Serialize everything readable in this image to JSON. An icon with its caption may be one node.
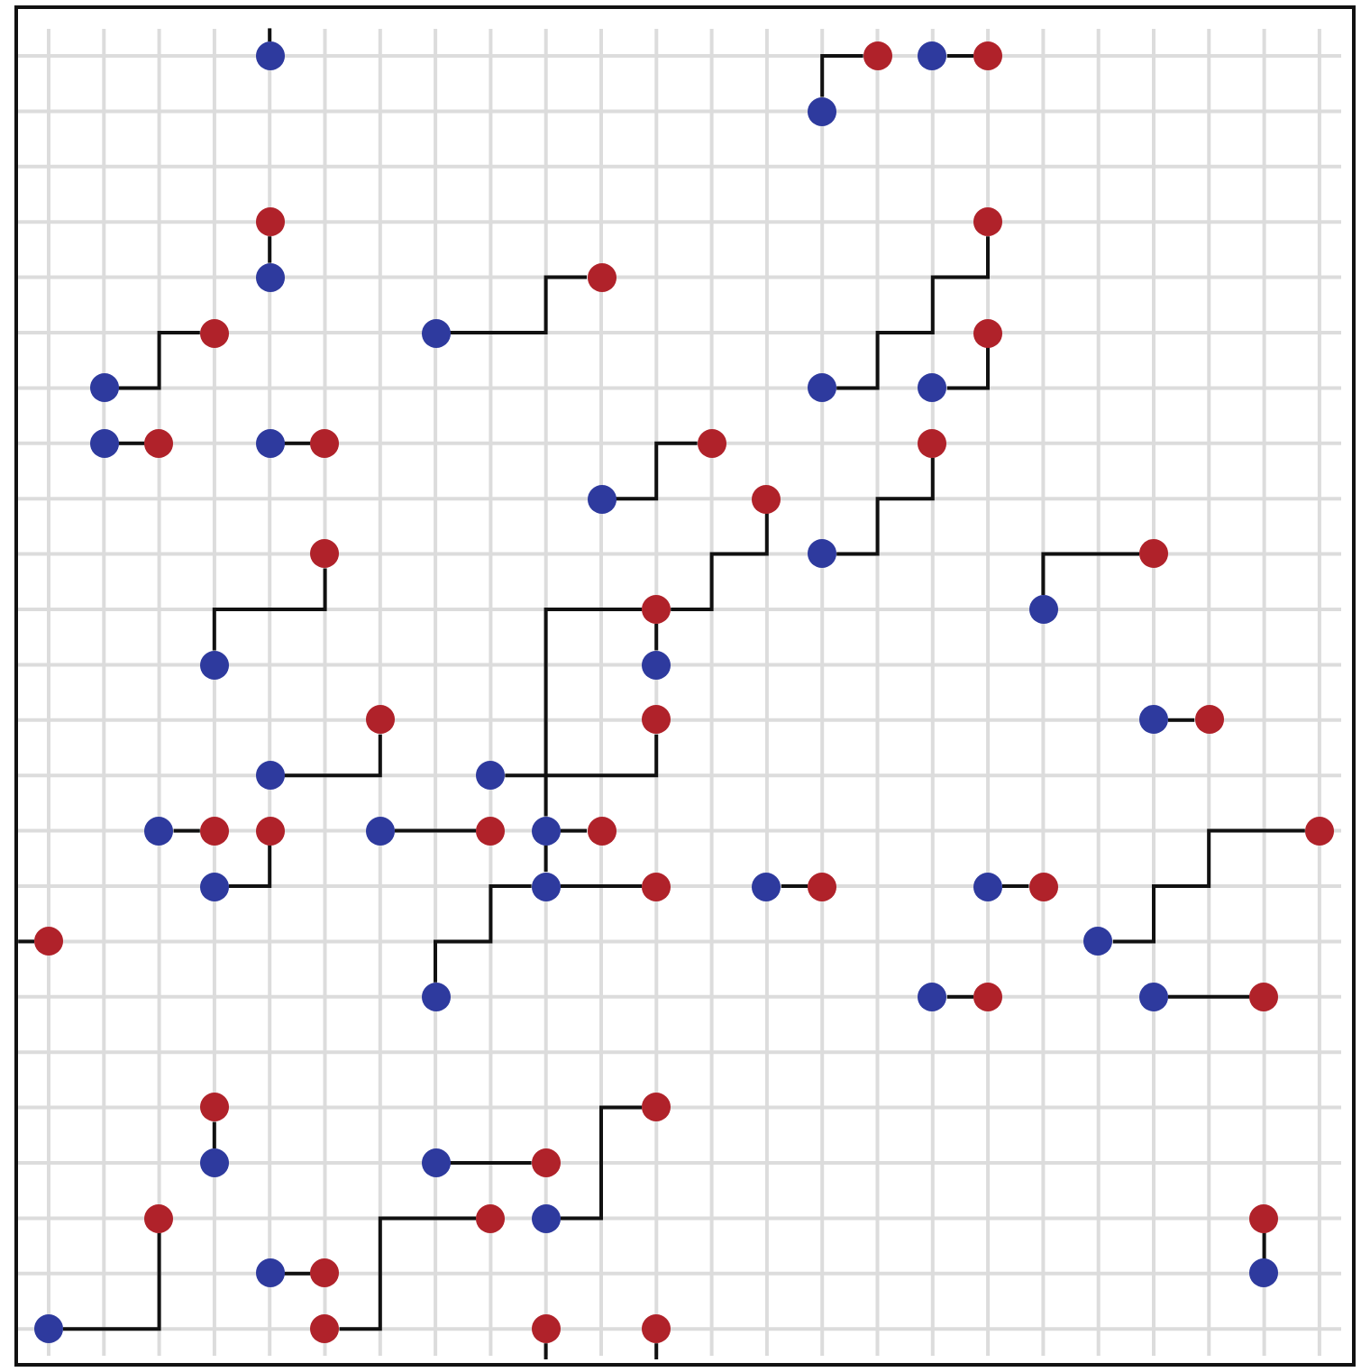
{
  "diagram": {
    "nodes": [
      {
        "text": [],
        "shape": "circle"
      },
      {
        "text": [],
        "shape": "circle"
      },
      {
        "text": [],
        "shape": "circle"
      },
      {
        "text": [],
        "shape": "circle"
      },
      {
        "text": [],
        "shape": "circle"
      },
      {
        "text": [],
        "shape": "circle"
      },
      {
        "text": [],
        "shape": "circle"
      },
      {
        "text": [],
        "shape": "circle"
      },
      {
        "text": [],
        "shape": "circle"
      },
      {
        "text": [],
        "shape": "circle"
      },
      {
        "text": [],
        "shape": "circle"
      },
      {
        "text": [],
        "shape": "circle"
      },
      {
        "text": [],
        "shape": "circle"
      },
      {
        "text": [],
        "shape": "circle"
      },
      {
        "text": [],
        "shape": "circle"
      },
      {
        "text": [],
        "shape": "circle"
      },
      {
        "text": [],
        "shape": "circle"
      },
      {
        "text": [],
        "shape": "circle"
      },
      {
        "text": [],
        "shape": "circle"
      },
      {
        "text": [],
        "shape": "circle"
      },
      {
        "text": [],
        "shape": "circle"
      },
      {
        "text": [],
        "shape": "circle"
      },
      {
        "text": [],
        "shape": "circle"
      },
      {
        "text": [],
        "shape": "circle"
      },
      {
        "text": [],
        "shape": "circle"
      },
      {
        "text": [],
        "shape": "circle"
      },
      {
        "text": [],
        "shape": "circle"
      },
      {
        "text": [],
        "shape": "circle"
      },
      {
        "text": [],
        "shape": "circle"
      },
      {
        "text": [],
        "shape": "circle"
      },
      {
        "text": [],
        "shape": "circle"
      },
      {
        "text": [],
        "shape": "circle"
      },
      {
        "text": [],
        "shape": "circle"
      },
      {
        "text": [],
        "shape": "circle"
      },
      {
        "text": [],
        "shape": "circle"
      },
      {
        "text": [],
        "shape": "circle"
      },
      {
        "text": [],
        "shape": "circle"
      },
      {
        "text": [],
        "shape": "circle"
      },
      {
        "text": [],
        "shape": "circle"
      },
      {
        "text": [],
        "shape": "circle"
      },
      {
        "text": [],
        "shape": "circle"
      },
      {
        "text": [],
        "shape": "circle"
      },
      {
        "text": [],
        "shape": "circle"
      },
      {
        "text": [],
        "shape": "circle"
      },
      {
        "text": [],
        "shape": "circle"
      },
      {
        "text": [],
        "shape": "circle"
      },
      {
        "text": [],
        "shape": "circle"
      },
      {
        "text": [],
        "shape": "circle"
      },
      {
        "text": [],
        "shape": "circle"
      },
      {
        "text": [],
        "shape": "circle"
      },
      {
        "text": [],
        "shape": "circle"
      },
      {
        "text": [],
        "shape": "circle"
      },
      {
        "text": [],
        "shape": "circle"
      },
      {
        "text": [],
        "shape": "circle"
      },
      {
        "text": [],
        "shape": "circle"
      },
      {
        "text": [],
        "shape": "circle"
      },
      {
        "text": [],
        "shape": "circle"
      },
      {
        "text": [],
        "shape": "circle"
      },
      {
        "text": [],
        "shape": "circle"
      },
      {
        "text": [],
        "shape": "circle"
      },
      {
        "text": [],
        "shape": "circle"
      },
      {
        "text": [],
        "shape": "circle"
      },
      {
        "text": [],
        "shape": "circle"
      },
      {
        "text": [],
        "shape": "circle"
      },
      {
        "text": [],
        "shape": "circle"
      },
      {
        "text": [],
        "shape": "circle"
      },
      {
        "text": [],
        "shape": "circle"
      },
      {
        "text": [],
        "shape": "circle"
      },
      {
        "text": [],
        "shape": "circle"
      },
      {
        "text": [],
        "shape": "circle"
      },
      {
        "text": [],
        "shape": "circle"
      },
      {
        "text": [],
        "shape": "circle"
      },
      {
        "text": [],
        "shape": "circle"
      },
      {
        "text": [],
        "shape": "circle"
      }
    ],
    "edges": [
      {
        "from": 0,
        "to": null,
        "arrow": "none"
      },
      {
        "from": 4,
        "to": 1,
        "arrow": "none"
      },
      {
        "from": 2,
        "to": 3,
        "arrow": "none"
      },
      {
        "from": 7,
        "to": 5,
        "arrow": "none"
      },
      {
        "from": 10,
        "to": 8,
        "arrow": "none"
      },
      {
        "from": 12,
        "to": 9,
        "arrow": "none"
      },
      {
        "from": 13,
        "to": 6,
        "arrow": "none"
      },
      {
        "from": 14,
        "to": 11,
        "arrow": "none"
      },
      {
        "from": 15,
        "to": 16,
        "arrow": "none"
      },
      {
        "from": 17,
        "to": 18,
        "arrow": "none"
      },
      {
        "from": 21,
        "to": 19,
        "arrow": "none"
      },
      {
        "from": 24,
        "to": 20,
        "arrow": "none"
      },
      {
        "from": 28,
        "to": 23,
        "arrow": "none"
      },
      {
        "from": 27,
        "to": 25,
        "arrow": "none"
      },
      {
        "from": 29,
        "to": 26,
        "arrow": "none"
      },
      {
        "from": 41,
        "to": 26,
        "arrow": "none"
      },
      {
        "from": 32,
        "to": 33,
        "arrow": "none"
      },
      {
        "from": 34,
        "to": 30,
        "arrow": "none"
      },
      {
        "from": 35,
        "to": 31,
        "arrow": "none"
      },
      {
        "from": 36,
        "to": 37,
        "arrow": "none"
      },
      {
        "from": 44,
        "to": 38,
        "arrow": "none"
      },
      {
        "from": 39,
        "to": 40,
        "arrow": "none"
      },
      {
        "from": 41,
        "to": 42,
        "arrow": "none"
      },
      {
        "from": 53,
        "to": 45,
        "arrow": "none"
      },
      {
        "from": 47,
        "to": 48,
        "arrow": "none"
      },
      {
        "from": 49,
        "to": 50,
        "arrow": "none"
      },
      {
        "from": 52,
        "to": 43,
        "arrow": "none"
      },
      {
        "from": null,
        "to": 51,
        "arrow": "none"
      },
      {
        "from": 54,
        "to": 55,
        "arrow": "none"
      },
      {
        "from": 56,
        "to": 57,
        "arrow": "none"
      },
      {
        "from": 60,
        "to": 58,
        "arrow": "none"
      },
      {
        "from": 61,
        "to": 62,
        "arrow": "none"
      },
      {
        "from": 65,
        "to": 59,
        "arrow": "none"
      },
      {
        "from": 71,
        "to": 64,
        "arrow": "none"
      },
      {
        "from": 67,
        "to": 68,
        "arrow": "none"
      },
      {
        "from": 70,
        "to": 63,
        "arrow": "none"
      },
      {
        "from": 69,
        "to": 66,
        "arrow": "none"
      },
      {
        "from": 72,
        "to": null,
        "arrow": "none"
      },
      {
        "from": 73,
        "to": null,
        "arrow": "none"
      },
      {
        "from": 26,
        "to": 22,
        "arrow": "none"
      },
      {
        "from": 41,
        "to": 45,
        "arrow": "none"
      },
      {
        "from": 45,
        "to": 46,
        "arrow": "none"
      }
    ]
  }
}
